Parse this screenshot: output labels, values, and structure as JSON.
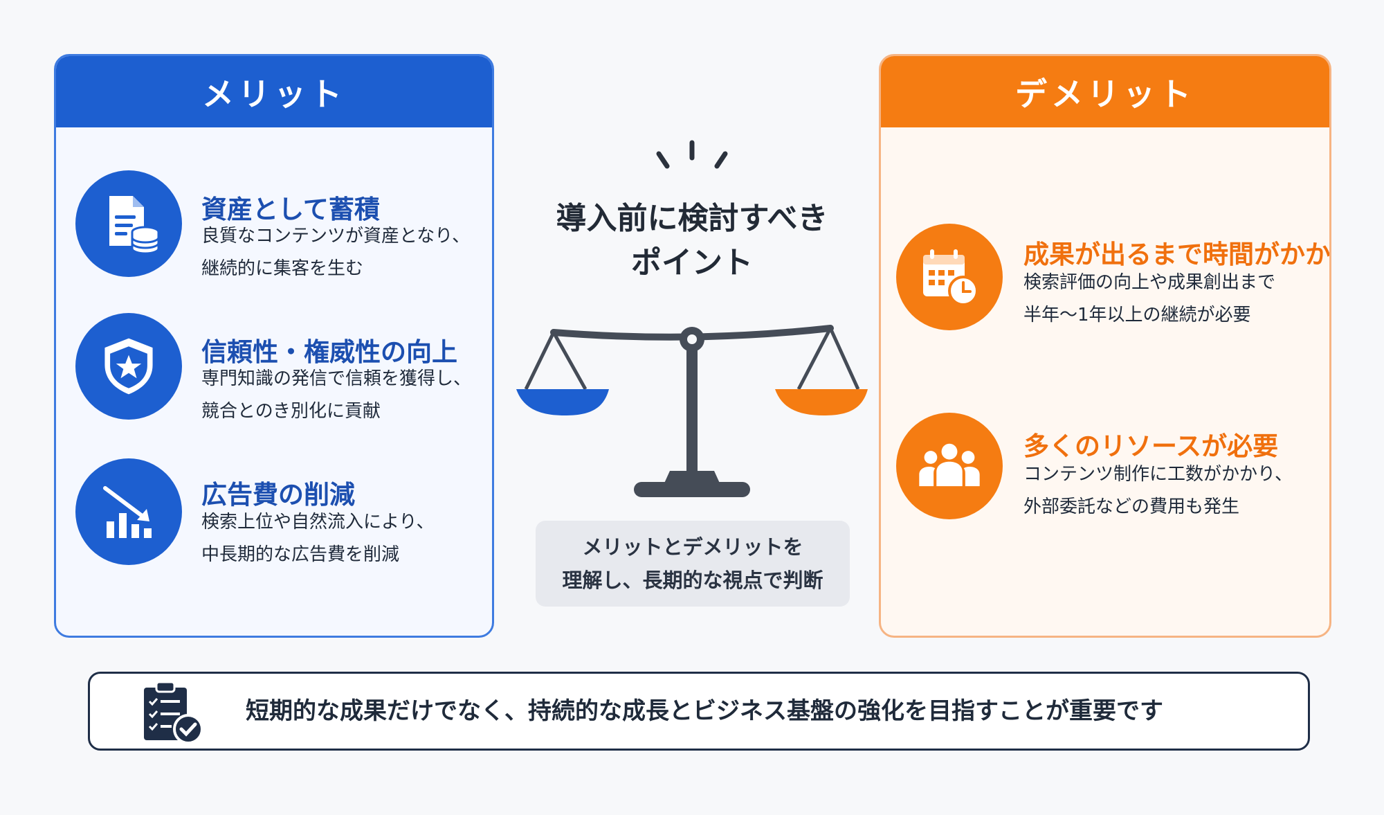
{
  "merit": {
    "header": "メリット",
    "items": [
      {
        "icon": "document-coins-icon",
        "title": "資産として蓄積",
        "desc": [
          "良質なコンテンツが資産となり、",
          "継続的に集客を生む"
        ]
      },
      {
        "icon": "shield-star-icon",
        "title": "信頼性・権威性の向上",
        "desc": [
          "専門知識の発信で信頼を獲得し、",
          "競合とのき別化に貢献"
        ]
      },
      {
        "icon": "chart-down-icon",
        "title": "広告費の削減",
        "desc": [
          "検索上位や自然流入により、",
          "中長期的な広告費を削減"
        ]
      }
    ]
  },
  "demerit": {
    "header": "デメリット",
    "items": [
      {
        "icon": "calendar-clock-icon",
        "title": "成果が出るまで時間がかかる",
        "desc": [
          "検索評価の向上や成果創出まで",
          "半年〜1年以上の継続が必要"
        ]
      },
      {
        "icon": "people-group-icon",
        "title": "多くのリソースが必要",
        "desc": [
          "コンテンツ制作に工数がかかり、",
          "外部委託などの費用も発生"
        ]
      }
    ]
  },
  "center": {
    "title_lines": [
      "導入前に検討すべき",
      "ポイント"
    ],
    "note_lines": [
      "メリットとデメリットを",
      "理解し、長期的な視点で判断"
    ],
    "icon": "balance-scale-icon"
  },
  "footer": {
    "icon": "checklist-clipboard-icon",
    "text": "短期的な成果だけでなく、持続的な成長とビジネス基盤の強化を目指すことが重要です"
  },
  "colors": {
    "merit_blue": "#1d5fd0",
    "demerit_orange": "#f57c12",
    "scale_gray": "#454c57"
  }
}
